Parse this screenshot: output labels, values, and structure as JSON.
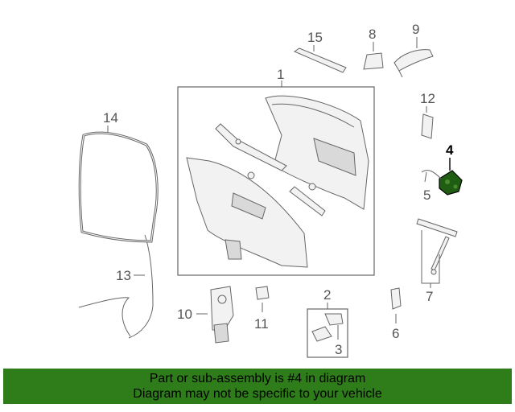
{
  "callouts": {
    "c1": "1",
    "c2": "2",
    "c3": "3",
    "c4": "4",
    "c5": "5",
    "c6": "6",
    "c7": "7",
    "c8": "8",
    "c9": "9",
    "c10": "10",
    "c11": "11",
    "c12": "12",
    "c13": "13",
    "c14": "14",
    "c15": "15"
  },
  "highlight_part": "4",
  "colors": {
    "banner": "#2e7d1a",
    "highlight_part": "#1f5e12",
    "line": "#666666"
  },
  "banner": {
    "line1": "Part or sub-assembly is #4 in diagram",
    "line2": "Diagram may not be specific to your vehicle"
  }
}
